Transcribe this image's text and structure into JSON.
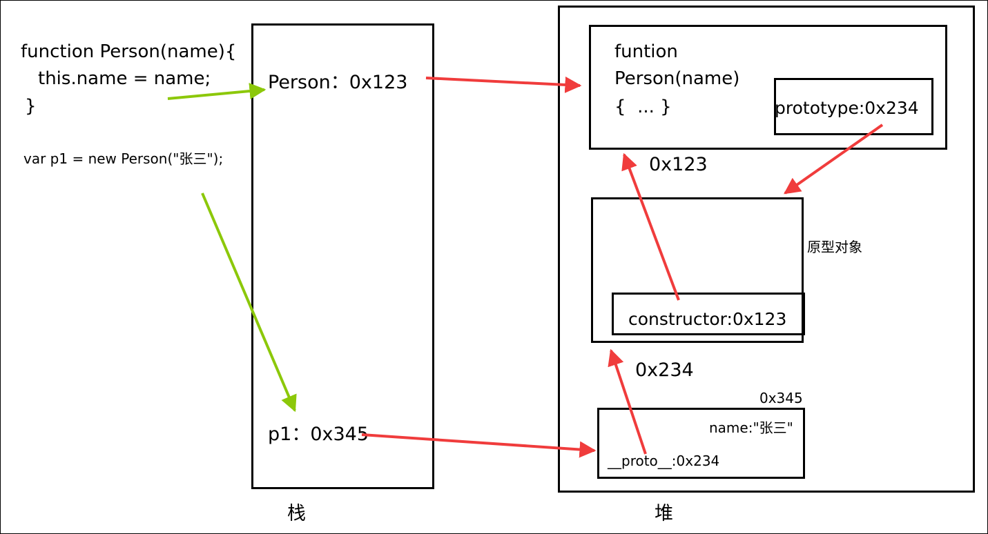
{
  "code": {
    "line1": "function Person(name){",
    "line2": "this.name = name;",
    "line3": "}",
    "line4": "var p1 = new Person(\"张三\");"
  },
  "stack": {
    "label": "栈",
    "person_entry": "Person：0x123",
    "p1_entry": "p1：0x345"
  },
  "heap": {
    "label": "堆",
    "function_object": {
      "line1": "funtion",
      "line2": "Person(name)",
      "line3": "{  ... }",
      "prototype_field": "prototype:0x234",
      "address": "0x123"
    },
    "prototype_object": {
      "label": "原型对象",
      "constructor_field": "constructor:0x123",
      "address": "0x234"
    },
    "instance_object": {
      "address": "0x345",
      "name_field": "name:\"张三\"",
      "proto_field": "__proto__:0x234"
    }
  },
  "colors": {
    "pointer_arrow": "#f03c3c",
    "code_arrow": "#8cc80a",
    "border": "#000000"
  }
}
